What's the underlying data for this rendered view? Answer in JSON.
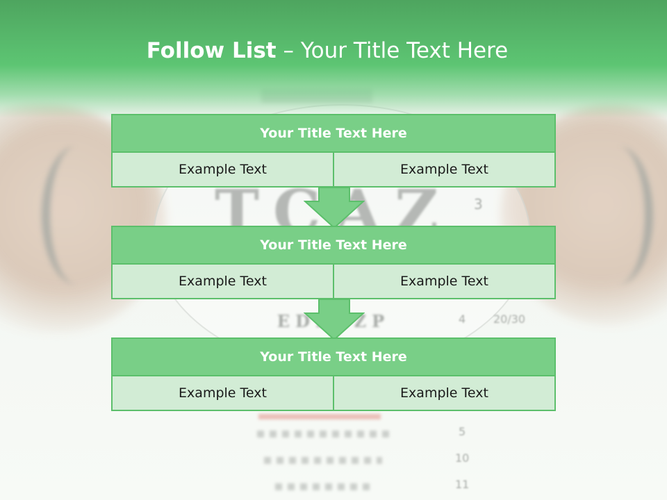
{
  "slide": {
    "title_bold": "Follow List",
    "title_rest": " – Your Title Text Here"
  },
  "background": {
    "chart_big_letters": "TCAZ",
    "chart_big_number": "3",
    "chart_mid_letters": "EDFHZP",
    "chart_mid_number": "4",
    "chart_mid_score": "20/30",
    "chart_row_number_1": "5",
    "chart_row_number_2": "10",
    "chart_row_number_3": "11"
  },
  "blocks": [
    {
      "title": "Your Title Text Here",
      "left": "Example Text",
      "right": "Example Text"
    },
    {
      "title": "Your Title Text Here",
      "left": "Example Text",
      "right": "Example Text"
    },
    {
      "title": "Your Title Text Here",
      "left": "Example Text",
      "right": "Example Text"
    }
  ],
  "colors": {
    "header_green": "#5dc573",
    "block_title_fill": "#79cf87",
    "block_cell_fill": "#d2ecd5",
    "border_green": "#5cbf6b"
  }
}
